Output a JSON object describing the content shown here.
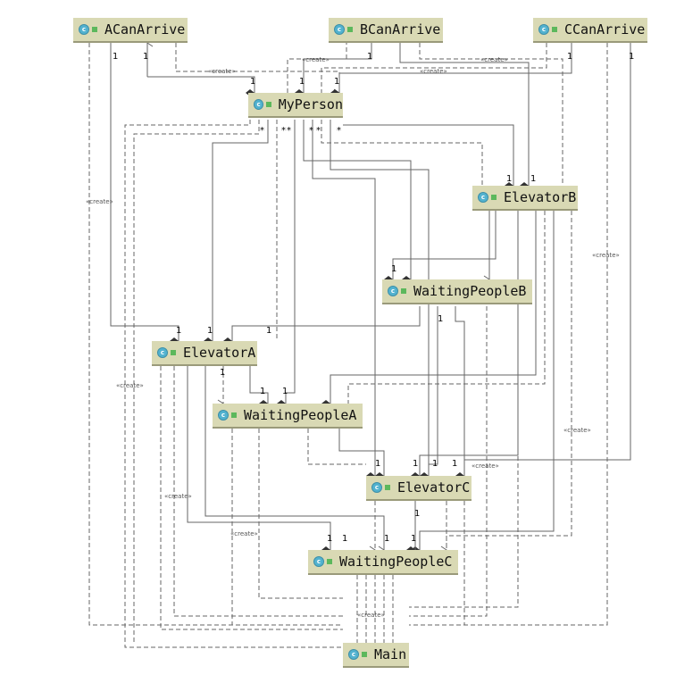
{
  "classes": [
    {
      "id": "ACanArrive",
      "name": "ACanArrive"
    },
    {
      "id": "BCanArrive",
      "name": "BCanArrive"
    },
    {
      "id": "CCanArrive",
      "name": "CCanArrive"
    },
    {
      "id": "MyPerson",
      "name": "MyPerson"
    },
    {
      "id": "ElevatorB",
      "name": "ElevatorB"
    },
    {
      "id": "WaitingPeopleB",
      "name": "WaitingPeopleB"
    },
    {
      "id": "ElevatorA",
      "name": "ElevatorA"
    },
    {
      "id": "WaitingPeopleA",
      "name": "WaitingPeopleA"
    },
    {
      "id": "ElevatorC",
      "name": "ElevatorC"
    },
    {
      "id": "WaitingPeopleC",
      "name": "WaitingPeopleC"
    },
    {
      "id": "Main",
      "name": "Main"
    }
  ],
  "icon": {
    "class_icon": "class-c-icon",
    "visibility_icon": "public-lock-icon",
    "class_color": "#52b2cf",
    "visibility_color": "#5cb85c"
  },
  "stereotype_label": "«create»",
  "multiplicity_one": "1",
  "multiplicity_many": "*",
  "colors": {
    "box": "#d9d9b4",
    "line": "#666666"
  }
}
